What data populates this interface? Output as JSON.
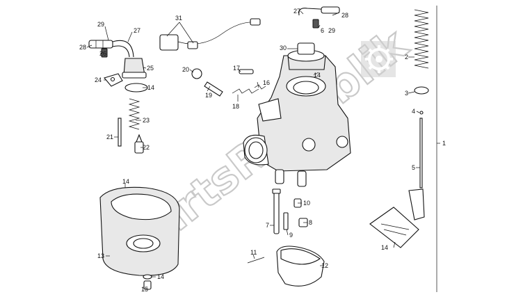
{
  "watermark": {
    "text": "PartsRepublik",
    "color": "#bdbdbd"
  },
  "callouts": {
    "n1": "1",
    "n2": "2",
    "n3": "3",
    "n4": "4",
    "n5": "5",
    "n6": "6",
    "n7": "7",
    "n8": "8",
    "n9": "9",
    "n10": "10",
    "n11": "11",
    "n12": "12",
    "n13": "13",
    "n14": "14",
    "n15": "15",
    "n16": "16",
    "n17": "17",
    "n18": "18",
    "n19": "19",
    "n20": "20",
    "n21": "21",
    "n22": "22",
    "n23": "23",
    "n24": "24",
    "n25": "25",
    "n26": "26",
    "n27": "27",
    "n28": "28",
    "n29": "29",
    "n30": "30",
    "n31": "31"
  }
}
